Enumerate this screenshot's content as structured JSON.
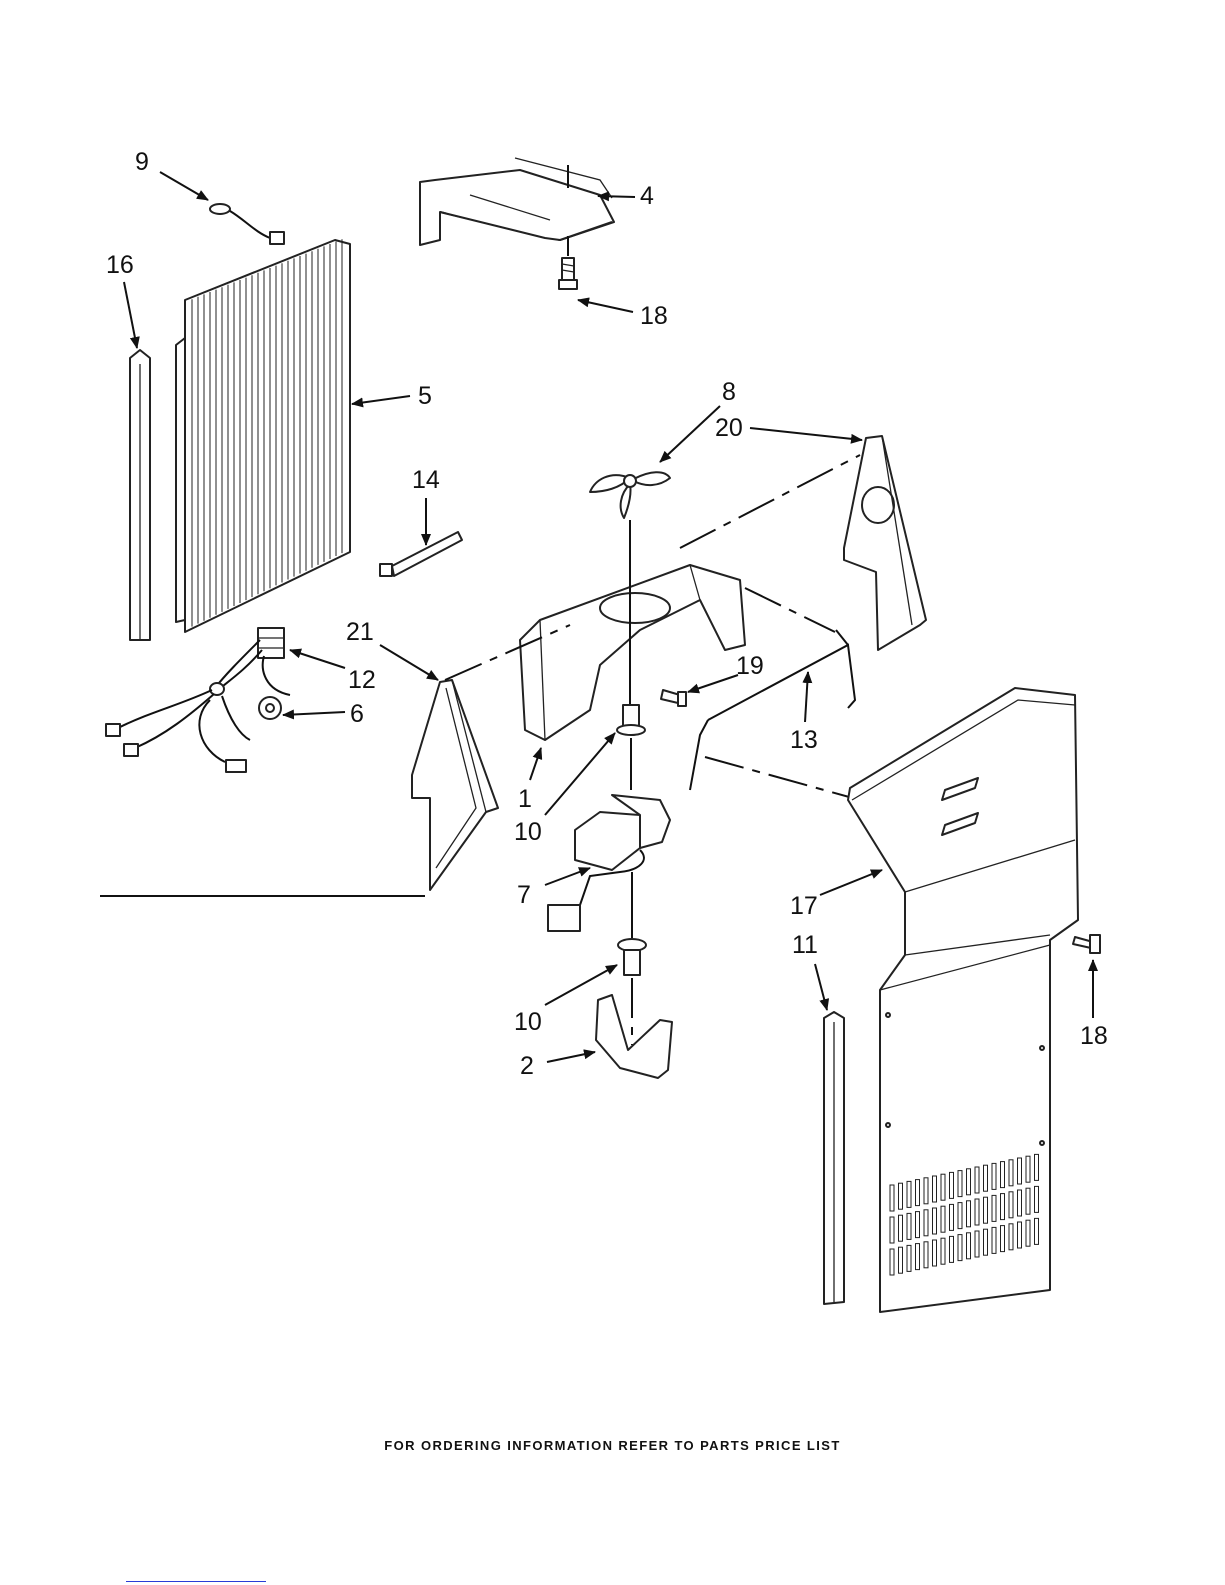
{
  "callouts": [
    {
      "id": "c1",
      "label": "1"
    },
    {
      "id": "c2",
      "label": "2"
    },
    {
      "id": "c4",
      "label": "4"
    },
    {
      "id": "c5",
      "label": "5"
    },
    {
      "id": "c6",
      "label": "6"
    },
    {
      "id": "c7",
      "label": "7"
    },
    {
      "id": "c8",
      "label": "8"
    },
    {
      "id": "c9",
      "label": "9"
    },
    {
      "id": "c10a",
      "label": "10"
    },
    {
      "id": "c10b",
      "label": "10"
    },
    {
      "id": "c11",
      "label": "11"
    },
    {
      "id": "c12",
      "label": "12"
    },
    {
      "id": "c13",
      "label": "13"
    },
    {
      "id": "c14",
      "label": "14"
    },
    {
      "id": "c16",
      "label": "16"
    },
    {
      "id": "c17",
      "label": "17"
    },
    {
      "id": "c18a",
      "label": "18"
    },
    {
      "id": "c18b",
      "label": "18"
    },
    {
      "id": "c19",
      "label": "19"
    },
    {
      "id": "c20",
      "label": "20"
    },
    {
      "id": "c21",
      "label": "21"
    }
  ],
  "footer": "FOR ORDERING INFORMATION REFER TO PARTS PRICE LIST"
}
